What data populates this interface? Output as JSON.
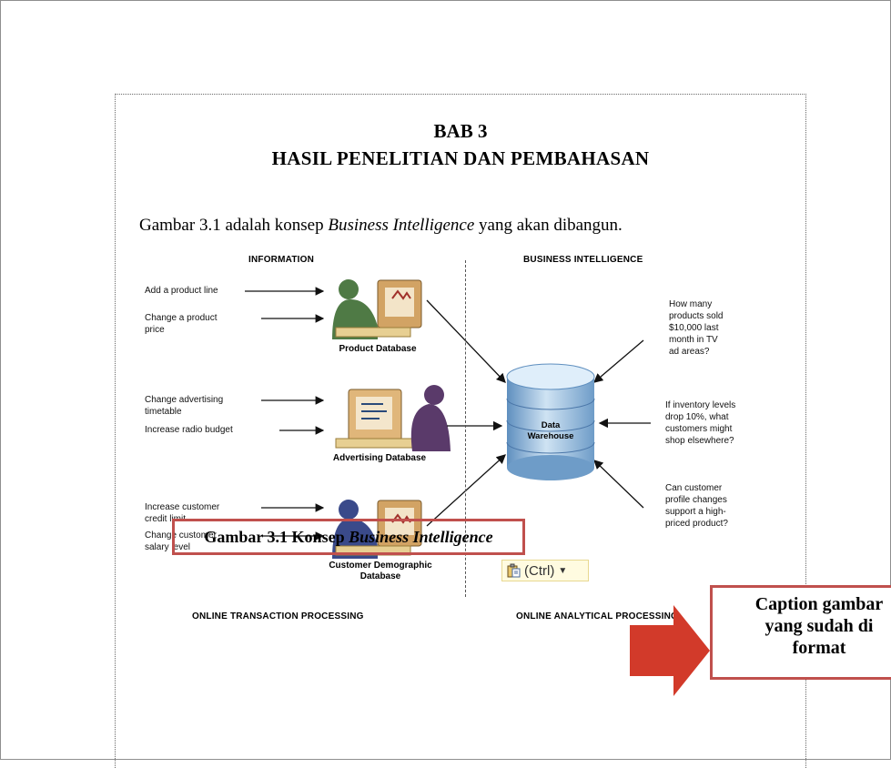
{
  "document": {
    "chapter": "BAB 3",
    "chapter_title": "HASIL PENELITIAN DAN PEMBAHASAN",
    "intro_before": "Gambar 3.1 adalah konsep ",
    "intro_italic": "Business Intelligence",
    "intro_after": " yang akan dibangun."
  },
  "figure": {
    "header_left": "INFORMATION",
    "header_right": "BUSINESS INTELLIGENCE",
    "footer_left": "ONLINE TRANSACTION PROCESSING",
    "footer_right": "ONLINE ANALYTICAL PROCESSING",
    "inputs": {
      "add_product_line": "Add a product line",
      "change_price_1": "Change a product",
      "change_price_2": "price",
      "change_ad_1": "Change advertising",
      "change_ad_2": "timetable",
      "radio_budget": "Increase radio budget",
      "credit_1": "Increase customer",
      "credit_2": "credit limit",
      "salary_1": "Change customer",
      "salary_2": "salary level"
    },
    "databases": {
      "product": "Product Database",
      "advertising": "Advertising Database",
      "customer_1": "Customer Demographic",
      "customer_2": "Database"
    },
    "warehouse_1": "Data",
    "warehouse_2": "Warehouse",
    "questions": {
      "q1": [
        "How many",
        "products sold",
        "$10,000 last",
        "month in TV",
        "ad areas?"
      ],
      "q2": [
        "If inventory levels",
        "drop 10%, what",
        "customers might",
        "shop elsewhere?"
      ],
      "q3": [
        "Can customer",
        "profile changes",
        "support a high-",
        "priced product?"
      ]
    }
  },
  "caption": {
    "prefix": "Gambar 3.1 Konsep ",
    "italic": "Business Intelligence"
  },
  "paste_options": {
    "label": "(Ctrl)"
  },
  "callout": {
    "line1": "Caption gambar",
    "line2": "yang sudah di",
    "line3": "format"
  },
  "colors": {
    "accent_red": "#c0504d",
    "arrow_red": "#d23a2a",
    "cylinder_blue": "#8fb8dc"
  }
}
